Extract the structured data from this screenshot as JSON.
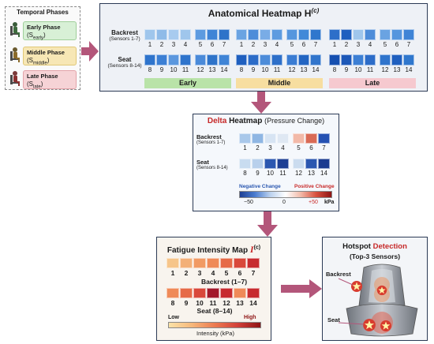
{
  "temporal": {
    "title": "Temporal Phases",
    "phases": [
      {
        "label": "Early Phase",
        "sub": "(S",
        "subscript": "early",
        "close": ")",
        "color": "#d8f0d6"
      },
      {
        "label": "Middle Phase",
        "sub": "(S",
        "subscript": "middle",
        "close": ")",
        "color": "#f7e7b5"
      },
      {
        "label": "Late Phase",
        "sub": "(S",
        "subscript": "late",
        "close": ")",
        "color": "#f6d3d6"
      }
    ]
  },
  "anatomical": {
    "title": "Anatomical Heatmap H",
    "sup": "(c)",
    "backrest_label": "Backrest",
    "backrest_sub": "(Sensors 1-7)",
    "seat_label": "Seat",
    "seat_sub": "(Sensors 8-14)",
    "phase_labels": [
      "Early",
      "Middle",
      "Late"
    ],
    "phase_label_colors": [
      "#b9e3a8",
      "#f7dea0",
      "#f6c9cf"
    ],
    "backrest_numbers": [
      "1",
      "2",
      "3",
      "4",
      "5",
      "6",
      "7"
    ],
    "seat_numbers": [
      "8",
      "9",
      "10",
      "11",
      "12",
      "13",
      "14"
    ],
    "early_backrest": [
      "#9fc6ec",
      "#8fbbe8",
      "#a8cbef",
      "#9fc6ec",
      "#5d9be0",
      "#3f84d6",
      "#2e73c9"
    ],
    "early_seat": [
      "#2f74cc",
      "#3c7fd4",
      "#5b97de",
      "#2f74cc",
      "#4a8ad9",
      "#2e73c9",
      "#3f84d6"
    ],
    "middle_backrest": [
      "#6aa3e2",
      "#4d8cd9",
      "#79ace6",
      "#5d9be0",
      "#5596de",
      "#4189d8",
      "#2f77cd"
    ],
    "middle_seat": [
      "#1f5fbf",
      "#2c6cc8",
      "#4d8cd9",
      "#2d6fc9",
      "#3a7cd3",
      "#2365c2",
      "#3175cc"
    ],
    "late_backrest": [
      "#2d6fc9",
      "#1f5fbf",
      "#9fc6ec",
      "#4d8cd9",
      "#6aa3e2",
      "#5596de",
      "#3f84d6"
    ],
    "late_seat": [
      "#154fb0",
      "#1c58b8",
      "#3c7fd4",
      "#2c6cc8",
      "#2f74cc",
      "#1f5fbf",
      "#2f77cd"
    ],
    "late_seat_accents": [
      "#e58d8d",
      "#f2b3b3"
    ]
  },
  "delta": {
    "title_red": "Delta",
    "title_rest": "Heatmap",
    "title_paren": "(Pressure Change)",
    "backrest_label": "Backrest",
    "backrest_sub": "(Sensors 1-7)",
    "seat_label": "Seat",
    "seat_sub": "(Sensors 8-14)",
    "backrest_numbers": [
      "1",
      "2",
      "3",
      "4",
      "5",
      "6",
      "7"
    ],
    "seat_numbers": [
      "8",
      "9",
      "10",
      "11",
      "12",
      "13",
      "14"
    ],
    "backrest_colors": [
      "#a9c8ea",
      "#8fb6e3",
      "#d7e4f3",
      "#dfe8f3",
      "#f2b9a8",
      "#d96a55",
      "#2552b3"
    ],
    "seat_colors": [
      "#c8dcf0",
      "#b8d0ec",
      "#2b57b0",
      "#1d3f94",
      "#cbdcef",
      "#2b57b0",
      "#1a3a90"
    ],
    "negative_label": "Negative Change",
    "positive_label": "Positive Change",
    "scale_min": "−50",
    "scale_zero": "0",
    "scale_max": "+50",
    "scale_unit": "kPa",
    "neg_color": "#2b58b0",
    "pos_color": "#c82a2a"
  },
  "fatigue": {
    "title": "Fatigue Intensity Map",
    "title_symbol": "I",
    "title_sup": "(c)",
    "backrest_numbers": [
      "1",
      "2",
      "3",
      "4",
      "5",
      "6",
      "7"
    ],
    "seat_numbers": [
      "8",
      "9",
      "10",
      "11",
      "12",
      "13",
      "14"
    ],
    "backrest_colors": [
      "#f6c58a",
      "#f3b078",
      "#f19a63",
      "#ef8a58",
      "#e66a47",
      "#d9483a",
      "#c72b2f"
    ],
    "seat_colors": [
      "#ef8a58",
      "#e66a47",
      "#d9483a",
      "#a3192a",
      "#c72b2f",
      "#ef8a58",
      "#c72b2f"
    ],
    "backrest_label": "Backrest (1–7)",
    "seat_label": "Seat (8–14)",
    "low_label": "Low",
    "high_label": "High",
    "intensity_label": "Intensity (kPa)"
  },
  "hotspot": {
    "title_black": "Hotspot",
    "title_red": "Detection",
    "subtitle": "(Top-3 Sensors)",
    "backrest_label": "Backrest",
    "seat_label": "Seat"
  },
  "colors": {
    "arrow": "#b3567a",
    "panel_border": "#2b3a55",
    "title_red": "#c62828"
  }
}
